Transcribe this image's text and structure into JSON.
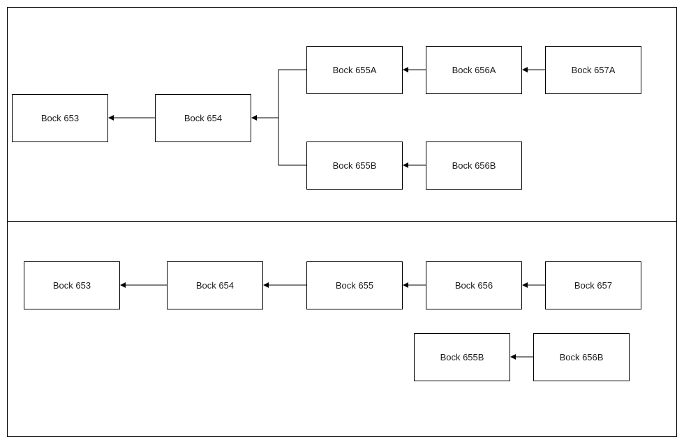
{
  "top_diagram": {
    "blocks": {
      "b653": "Bock 653",
      "b654": "Bock 654",
      "b655a": "Bock 655A",
      "b656a": "Bock 656A",
      "b657a": "Bock 657A",
      "b655b": "Bock 655B",
      "b656b": "Bock 656B"
    }
  },
  "bottom_diagram": {
    "blocks": {
      "b653": "Bock 653",
      "b654": "Bock 654",
      "b655": "Bock 655",
      "b656": "Bock 656",
      "b657": "Bock 657",
      "b655b": "Bock 655B",
      "b656b": "Bock 656B"
    }
  },
  "colors": {
    "line": "#000000",
    "fill": "#ffffff",
    "text": "#1a1a1a"
  }
}
